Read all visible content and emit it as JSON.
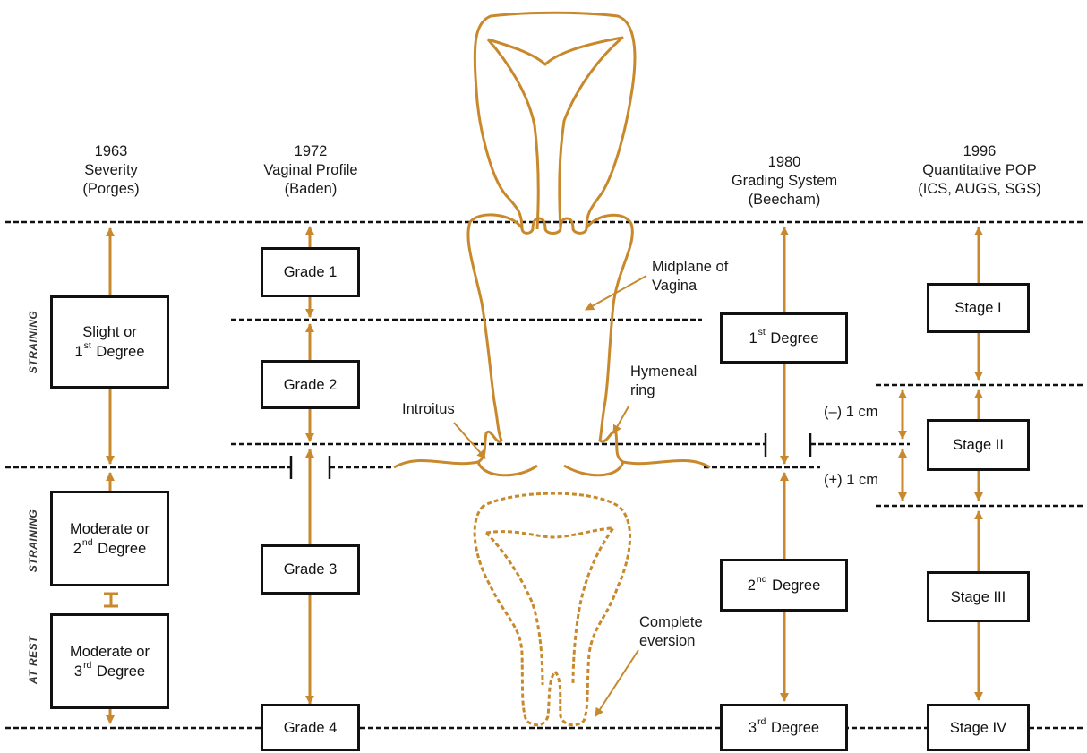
{
  "headers": {
    "col1": [
      "1963",
      "Severity",
      "(Porges)"
    ],
    "col2": [
      "1972",
      "Vaginal Profile",
      "(Baden)"
    ],
    "col3": [
      "1980",
      "Grading System",
      "(Beecham)"
    ],
    "col4": [
      "1996",
      "Quantitative POP",
      "(ICS, AUGS, SGS)"
    ]
  },
  "porges": {
    "box1": {
      "line1": "Slight or",
      "line2_sup": "st",
      "line2_pre": "1",
      "line2_post": " Degree"
    },
    "box2": {
      "line1": "Moderate or",
      "line2_sup": "nd",
      "line2_pre": "2",
      "line2_post": " Degree"
    },
    "box3": {
      "line1": "Moderate or",
      "line2_sup": "rd",
      "line2_pre": "3",
      "line2_post": " Degree"
    }
  },
  "baden": {
    "grade1": "Grade 1",
    "grade2": "Grade 2",
    "grade3": "Grade 3",
    "grade4": "Grade 4"
  },
  "beecham": {
    "deg1": {
      "pre": "1",
      "sup": "st",
      "post": " Degree"
    },
    "deg2": {
      "pre": "2",
      "sup": "nd",
      "post": " Degree"
    },
    "deg3": {
      "pre": "3",
      "sup": "rd",
      "post": " Degree"
    }
  },
  "popq": {
    "stage1": "Stage I",
    "stage2": "Stage II",
    "stage3": "Stage III",
    "stage4": "Stage IV",
    "minus": "(–) 1 cm",
    "plus": "(+) 1 cm"
  },
  "annotations": {
    "midplane": [
      "Midplane of",
      "Vagina"
    ],
    "hymeneal": [
      "Hymeneal",
      "ring"
    ],
    "introitus": "Introitus",
    "eversion": [
      "Complete",
      "eversion"
    ]
  },
  "side_labels": {
    "straining1": "STRAINING",
    "straining2": "STRAINING",
    "at_rest": "AT REST"
  },
  "colors": {
    "accent": "#C8892D",
    "line": "#111111"
  }
}
